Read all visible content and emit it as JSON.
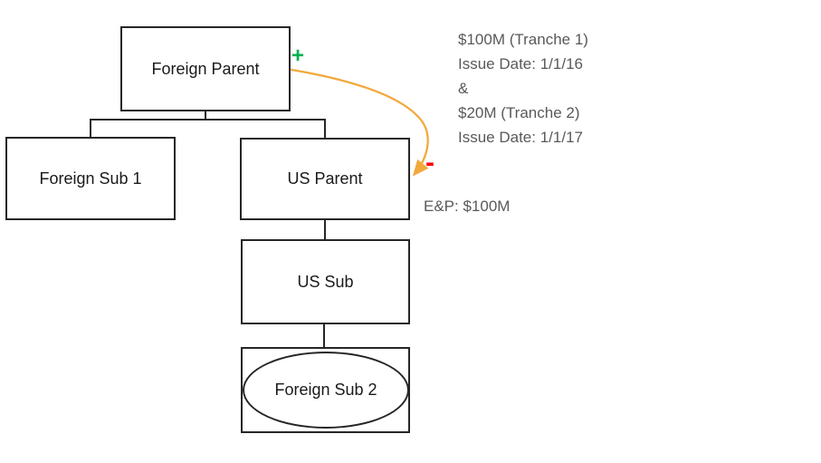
{
  "nodes": [
    {
      "id": "foreign-parent",
      "label": "Foreign Parent",
      "shape": "rectangle"
    },
    {
      "id": "foreign-sub-1",
      "label": "Foreign Sub 1",
      "shape": "rectangle"
    },
    {
      "id": "us-parent",
      "label": "US Parent",
      "shape": "rectangle"
    },
    {
      "id": "us-sub",
      "label": "US Sub",
      "shape": "rectangle"
    },
    {
      "id": "foreign-sub-2",
      "label": "Foreign Sub 2",
      "shape": "ellipse-in-rectangle"
    }
  ],
  "edges": [
    {
      "from": "foreign-parent",
      "to": "foreign-sub-1",
      "type": "hierarchy"
    },
    {
      "from": "foreign-parent",
      "to": "us-parent",
      "type": "hierarchy"
    },
    {
      "from": "us-parent",
      "to": "us-sub",
      "type": "hierarchy"
    },
    {
      "from": "us-sub",
      "to": "foreign-sub-2",
      "type": "hierarchy"
    },
    {
      "from": "foreign-parent",
      "to": "us-parent",
      "type": "curved-arrow",
      "start_marker": "+",
      "end_marker": "-"
    }
  ],
  "annotations": {
    "plus_sign": "+",
    "minus_sign": "-",
    "tranche_note": [
      "$100M (Tranche 1)",
      "Issue Date: 1/1/16",
      "&",
      "$20M (Tranche 2)",
      "Issue Date: 1/1/17"
    ],
    "ep_note": "E&P: $100M"
  },
  "colors": {
    "line": "#262626",
    "arrow": "#F2A93C",
    "plus": "#00B050",
    "minus": "#FF0000",
    "note_text": "#595959",
    "node_text": "#1a1a1a",
    "background": "#ffffff"
  }
}
